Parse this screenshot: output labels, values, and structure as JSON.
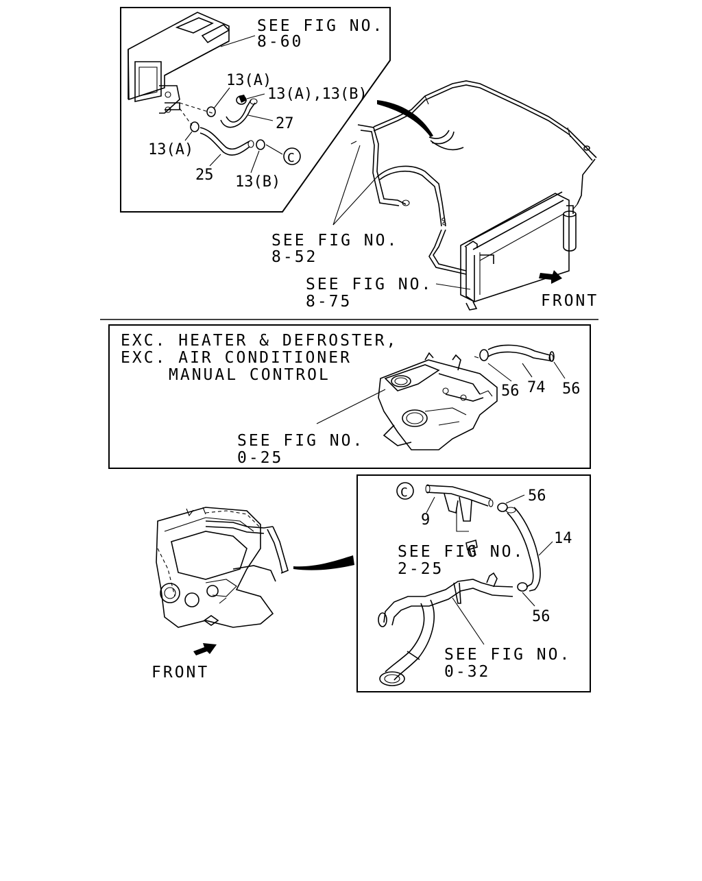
{
  "top_panel": {
    "ref_860": {
      "line1": "SEE FIG NO.",
      "line2": "8-60"
    },
    "part_13a_upper": "13(A)",
    "part_13a_13b": "13(A),13(B)",
    "part_27": "27",
    "part_13a_lower": "13(A)",
    "part_25": "25",
    "part_13b": "13(B)",
    "connector": "C"
  },
  "top_right": {
    "ref_852": {
      "line1": "SEE FIG NO.",
      "line2": "8-52"
    },
    "ref_875": {
      "line1": "SEE FIG NO.",
      "line2": "8-75"
    },
    "front_label": "FRONT"
  },
  "middle_panel": {
    "condition_line1": "EXC. HEATER & DEFROSTER,",
    "condition_line2": "EXC. AIR CONDITIONER",
    "condition_line3": "MANUAL CONTROL",
    "ref_025": {
      "line1": "SEE FIG NO.",
      "line2": "0-25"
    },
    "part_56_left": "56",
    "part_74": "74",
    "part_56_right": "56"
  },
  "bottom_left": {
    "front_label": "FRONT"
  },
  "bottom_panel": {
    "connector": "C",
    "part_9": "9",
    "part_56_top": "56",
    "part_14": "14",
    "ref_225": {
      "line1": "SEE FIG NO.",
      "line2": "2-25"
    },
    "part_56_bottom": "56",
    "ref_032": {
      "line1": "SEE FIG NO.",
      "line2": "0-32"
    }
  }
}
